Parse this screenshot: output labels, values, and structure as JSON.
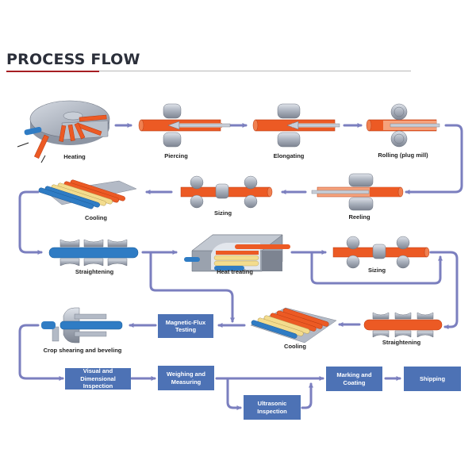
{
  "header": {
    "title": "PROCESS FLOW"
  },
  "colors": {
    "accent_red": "#a61e22",
    "arrow": "#7b7fbf",
    "box_blue": "#4d72b5",
    "hot_orange": "#ec5a24",
    "cool_blue": "#2f7cc4",
    "warm_yellow": "#f3dc8e"
  },
  "steps": {
    "heating": "Heating",
    "piercing": "Piercing",
    "elongating": "Elongating",
    "rolling": "Rolling (plug mill)",
    "reeling": "Reeling",
    "sizing_1": "Sizing",
    "cooling_1": "Cooling",
    "straightening_1": "Straightening",
    "heat_treating": "Heat treating",
    "sizing_2": "Sizing",
    "straightening_2": "Straightening",
    "cooling_2": "Cooling",
    "magnetic_flux": "Magnetic-Flux Testing",
    "crop_shearing": "Crop shearing and beveling",
    "visual_inspection": "Visual and Dimensional Inspection",
    "weighing": "Weighing and Measuring",
    "ultrasonic": "Ultrasonic Inspection",
    "marking": "Marking and Coating",
    "shipping": "Shipping"
  }
}
